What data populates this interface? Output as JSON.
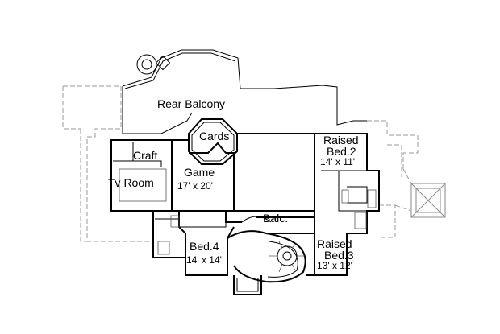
{
  "plan": {
    "rooms": [
      {
        "name": "Rear Balcony"
      },
      {
        "name": "Cards"
      },
      {
        "name": "Craft"
      },
      {
        "name": "Game",
        "size": "17' x 20'"
      },
      {
        "name": "Tv Room"
      },
      {
        "name": "Raised",
        "name2": "Bed.2",
        "size": "14' x 11'"
      },
      {
        "name": "Balc."
      },
      {
        "name": "Bed.4",
        "size": "14' x 14'"
      },
      {
        "name": "Raised",
        "name2": "Bed.3",
        "size": "13' x 12'"
      }
    ]
  }
}
